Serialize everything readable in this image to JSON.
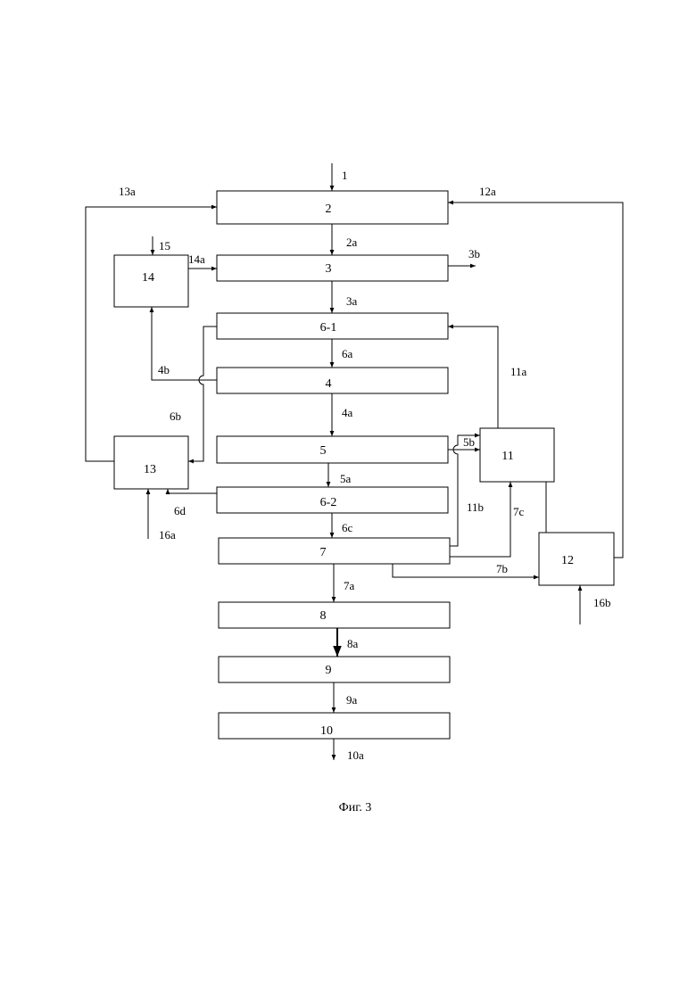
{
  "blocks": {
    "b2": "2",
    "b3": "3",
    "b6_1": "6-1",
    "b4": "4",
    "b5": "5",
    "b6_2": "6-2",
    "b7": "7",
    "b8": "8",
    "b9": "9",
    "b10": "10",
    "b11": "11",
    "b12": "12",
    "b13": "13",
    "b14": "14"
  },
  "streams": {
    "s1": "1",
    "s2a": "2a",
    "s3a": "3a",
    "s3b": "3b",
    "s4a": "4a",
    "s4b": "4b",
    "s5a": "5a",
    "s5b": "5b",
    "s6a": "6a",
    "s6b": "6b",
    "s6c": "6c",
    "s6d": "6d",
    "s7a": "7a",
    "s7b": "7b",
    "s7c": "7c",
    "s8a": "8a",
    "s9a": "9a",
    "s10a": "10a",
    "s11a": "11a",
    "s11b": "11b",
    "s12a": "12a",
    "s13a": "13a",
    "s14a": "14a",
    "s15": "15",
    "s16a": "16a",
    "s16b": "16b"
  },
  "caption": "Фиг. 3"
}
